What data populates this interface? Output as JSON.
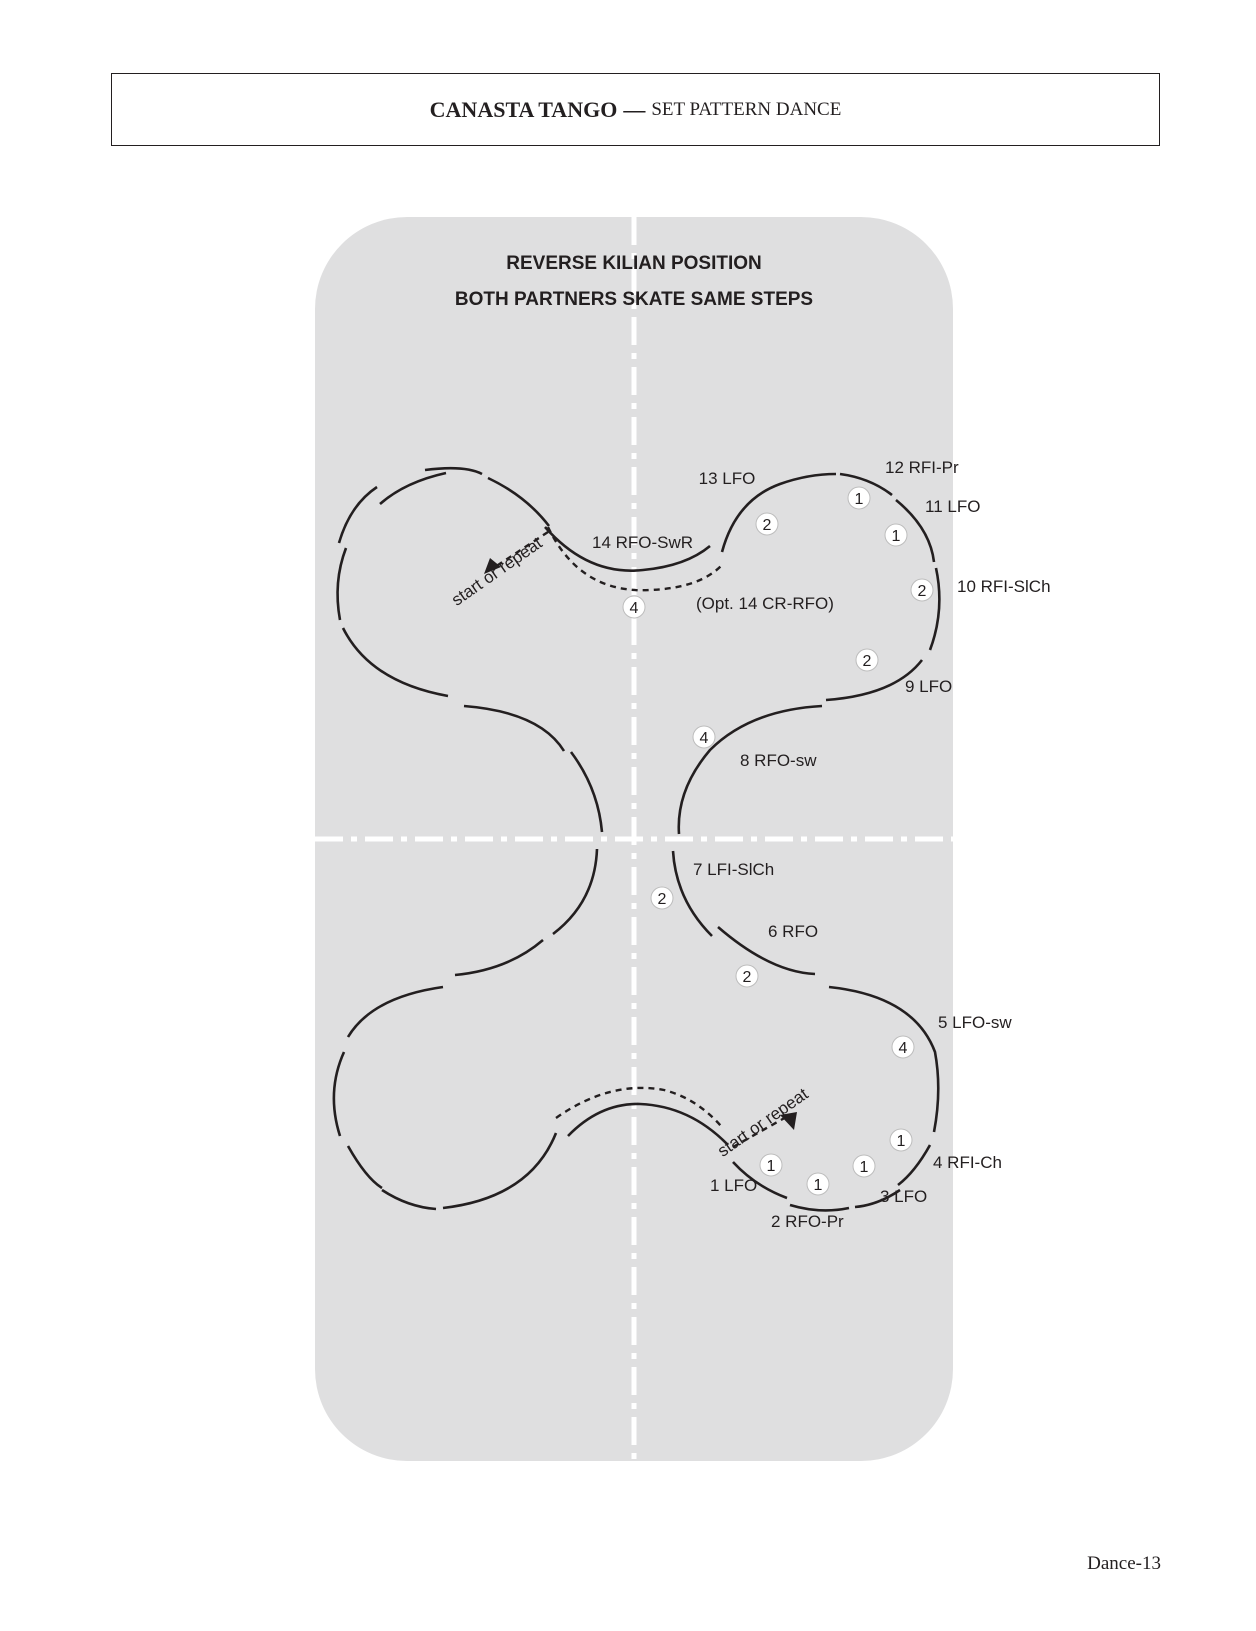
{
  "header": {
    "title": "CANASTA TANGO",
    "separator": "—",
    "subtitle": "SET PATTERN DANCE"
  },
  "diagram": {
    "heading_line1": "REVERSE KILIAN POSITION",
    "heading_line2": "BOTH PARTNERS SKATE SAME STEPS",
    "start_label": "start or repeat",
    "steps": {
      "s1": "1 LFO",
      "s2": "2 RFO-Pr",
      "s3": "3 LFO",
      "s4": "4 RFI-Ch",
      "s5": "5 LFO-sw",
      "s6": "6 RFO",
      "s7": "7 LFI-SlCh",
      "s8": "8 RFO-sw",
      "s9": "9 LFO",
      "s10": "10 RFI-SlCh",
      "s11": "11 LFO",
      "s12": "12 RFI-Pr",
      "s13": "13 LFO",
      "s14": "14 RFO-SwR",
      "s14_opt": "(Opt. 14 CR-RFO)"
    },
    "beats": [
      "1",
      "1",
      "1",
      "1",
      "4",
      "2",
      "2",
      "4",
      "2",
      "2",
      "1",
      "1",
      "2",
      "4"
    ],
    "colors": {
      "rink": "#dfdfe0",
      "line": "#231f20",
      "axis": "#ffffff"
    }
  },
  "footer": {
    "page": "Dance-13"
  }
}
